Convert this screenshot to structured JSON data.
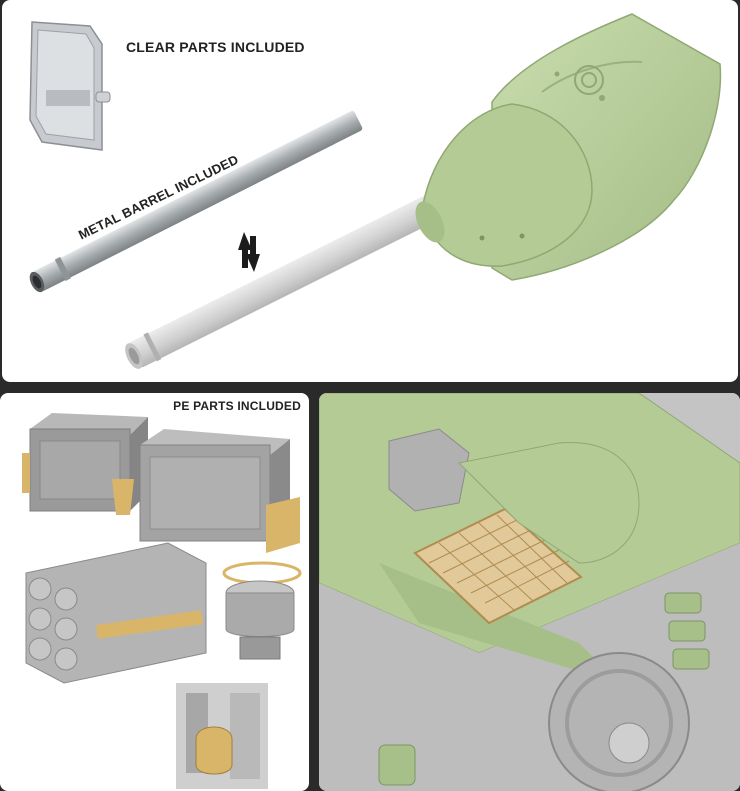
{
  "captions": {
    "clear_parts": "CLEAR PARTS INCLUDED",
    "metal_barrel": "METAL BARREL INCLUDED",
    "pe_parts": "PE PARTS INCLUDED"
  },
  "icons": {
    "swap": "swap-arrows-icon"
  },
  "colors": {
    "background": "#2a2a2a",
    "panel": "#ffffff",
    "olive_green": "#b9cf9b",
    "metal": "#a9aeb0",
    "resin_gray": "#d6d6d6",
    "brass": "#d9b56a"
  }
}
